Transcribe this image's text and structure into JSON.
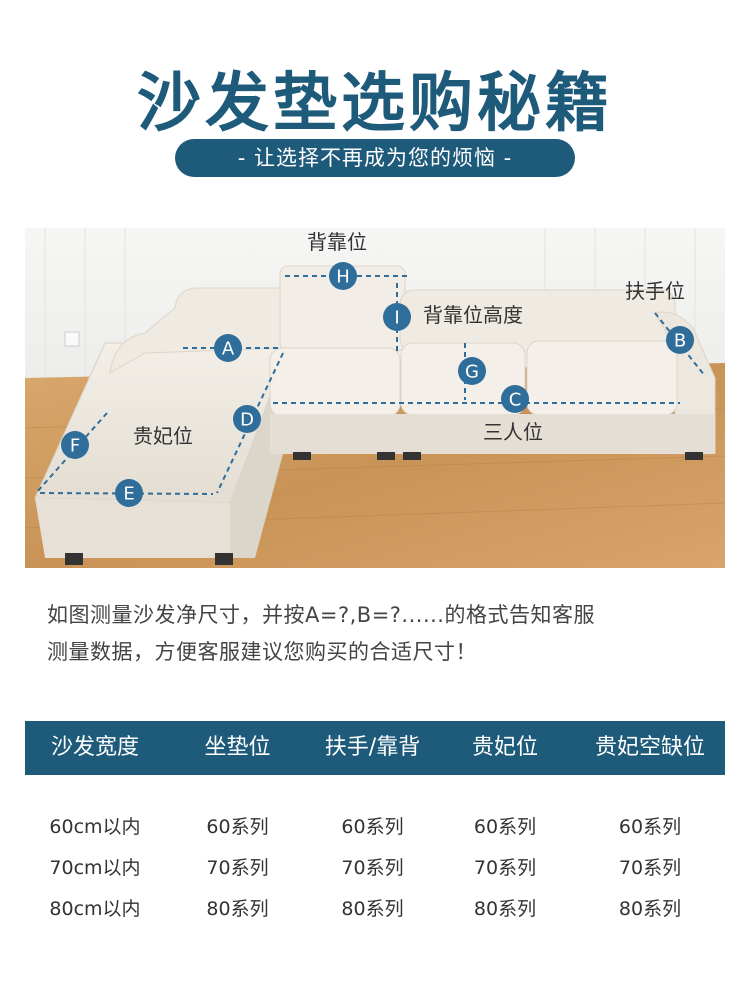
{
  "header": {
    "title": "沙发垫选购秘籍",
    "subtitle": "- 让选择不再成为您的烦恼 -"
  },
  "diagram": {
    "labels": {
      "backrest": "背靠位",
      "armrest": "扶手位",
      "backrest_height": "背靠位高度",
      "chaise": "贵妃位",
      "three_seat": "三人位"
    },
    "markers": [
      "A",
      "B",
      "C",
      "D",
      "E",
      "F",
      "G",
      "H",
      "I"
    ],
    "colors": {
      "marker": "#2f6d9a",
      "line": "#2f6d9a"
    }
  },
  "description": {
    "line1": "如图测量沙发净尺寸，并按A=?,B=?......的格式告知客服",
    "line2": "测量数据，方便客服建议您购买的合适尺寸！"
  },
  "table": {
    "headers": [
      "沙发宽度",
      "坐垫位",
      "扶手/靠背",
      "贵妃位",
      "贵妃空缺位"
    ],
    "rows": [
      [
        "60cm以内",
        "60系列",
        "60系列",
        "60系列",
        "60系列"
      ],
      [
        "70cm以内",
        "70系列",
        "70系列",
        "70系列",
        "70系列"
      ],
      [
        "80cm以内",
        "80系列",
        "80系列",
        "80系列",
        "80系列"
      ]
    ]
  },
  "colors": {
    "primary": "#1e5a7a"
  }
}
